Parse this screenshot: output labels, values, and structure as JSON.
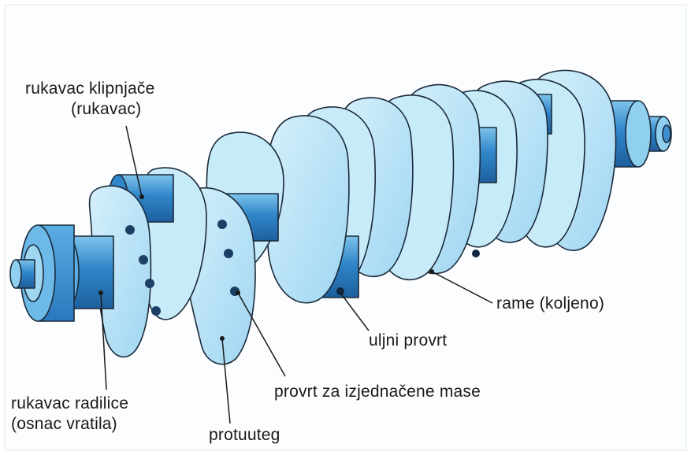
{
  "diagram": {
    "labels": {
      "crankpin": {
        "line1": "rukavac klipnjače",
        "line2": "(rukavac)"
      },
      "main_journal": {
        "line1": "rukavac radilice",
        "line2": "(osnac vratila)"
      },
      "counterweight": "protuuteg",
      "balance_holes": "provrt za izjednačene mase",
      "oil_hole": "uljni provrt",
      "crank_web": "rame (koljeno)"
    },
    "colors": {
      "body_light": "#bfe6f8",
      "body_mid": "#8dcdee",
      "journal_dark": "#2f86c9",
      "outline": "#1b2a3a",
      "label_text": "#1a1a1a"
    }
  }
}
